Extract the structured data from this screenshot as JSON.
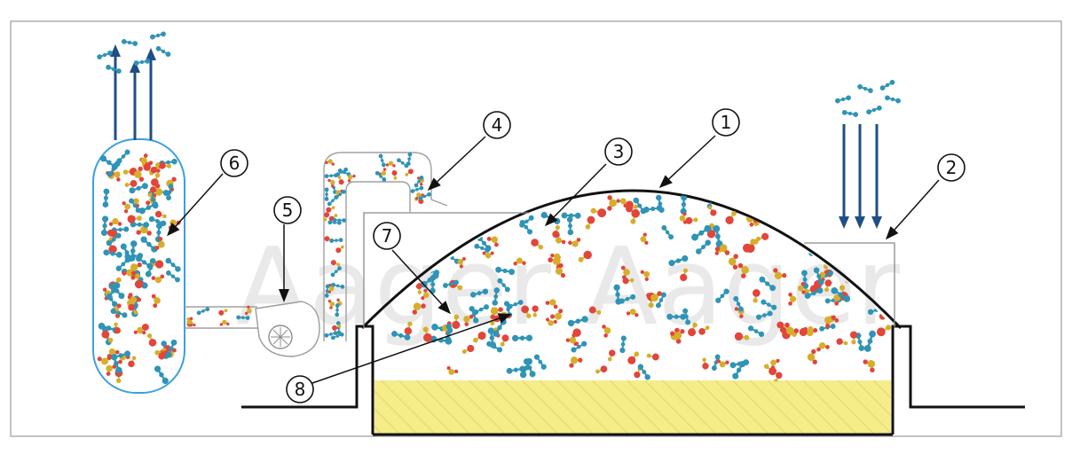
{
  "callouts": [
    "1",
    "2",
    "3",
    "4",
    "5",
    "6",
    "7",
    "8"
  ],
  "watermark": "Aager Aager",
  "colors": {
    "frame": "#9a9a9a",
    "outline": "#111111",
    "pipe": "#9c9c9c",
    "arrow": "#1f4e86",
    "filter_border": "#3aa0e0",
    "substrate_fill": "#f5ec8a",
    "substrate_hatch": "#e6d96a",
    "molecule_blue": "#2f94b6",
    "molecule_red": "#e2453a",
    "molecule_yellow": "#d6ae2a",
    "watermark": "#c4c4c4"
  },
  "icons": [
    "blower-fan-icon",
    "exhaust-arrow-icon",
    "inflow-arrow-icon",
    "gas-molecule-icon"
  ]
}
